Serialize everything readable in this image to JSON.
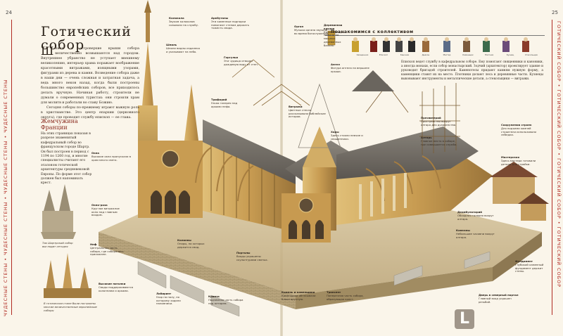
{
  "pages": {
    "left_number": "24",
    "right_number": "25",
    "left_strip": "ЧУДЕСНЫЕ СТЕНЫ • ЧУДЕСНЫЕ СТЕНЫ • ЧУДЕСНЫЕ СТЕНЫ • ЧУДЕСНЫЕ СТЕНЫ",
    "right_strip": "ГОТИЧЕСКИЙ СОБОР • ГОТИЧЕСКИЙ СОБОР • ГОТИЧЕСКИЙ СОБОР • ГОТИЧЕСКИЙ СОБОР"
  },
  "title": {
    "line1": "Готический",
    "line2": "собор"
  },
  "intro": {
    "drop_cap": "Ш",
    "p1": "пили и островерхие крыши собора величественно возвышаются над городом. Внутреннее убранство не уступает внешнему великолепию, интерьер храма поражает воображение красотными витражами, изящными узорами, фигурами из дерева и камня. Возведение собора даже в наши дни — очень сложная и затратная задача, а ведь много веков назад, когда были построены большинство европейских соборов, все приходилось делать вручную. Начиная работу, строители не думали о современных туристах: они строили храм для молитв и работали во славу Божию.",
    "p2": "Сегодня соборы по-прежнему играют важную роль в христианстве. Это центр епархии (церковного округа), где проводит службу епископ — ее глава."
  },
  "gem": {
    "heading_l1": "Жемчужина",
    "heading_l2": "Франции",
    "text": "На этих страницах показан в разрезе знаменитый кафедральный собор во французском городе Шартр. Он был построен в период с 1194 по 1260 год, и многие специалисты считают его эталоном готической архитектуры средневековой Европы. По форме этот собор должен был напоминать крест."
  },
  "left_captions": {
    "cap1": "Так Шартрский собор выглядит сегодня",
    "cap2": "В готическом стиле были построены многие величественные европейские соборы"
  },
  "left_callouts": {
    "bell_title": "Колокола",
    "bell_text": "Звуком колоколов созывали на службу.",
    "spire_title": "Шпиль",
    "spire_text": "Шпили видны издалека и указывают на небо.",
    "buttress_title": "Аркбутаны",
    "buttress_text": "Эти каменные подпорки помогают стенам держать тяжесть свода.",
    "gargoyle_title": "Горгульи",
    "gargoyle_text": "Эти чудища отводят дождевую воду от стен.",
    "trifor_title": "Трифорий",
    "trifor_text": "Узкая галерея над арками нефа.",
    "nave_title": "Неф",
    "nave_text": "Центральная часть собора, где собирались прихожане.",
    "window_title": "Окна",
    "window_text": "Высокие окна пропускали в храм много света.",
    "rose_title": "Окно-роза",
    "rose_text": "Круглое витражное окно над главным входом.",
    "wall_title": "Высокие потолки",
    "wall_text": "Своды поддерживаются колоннами и арками.",
    "lab_title": "Лабиринт",
    "lab_text": "Узор на полу, по которому ходили паломники.",
    "crypt_title": "Крипта",
    "crypt_text": "Подземная часть собора под алтарем.",
    "pillar_title": "Колонны",
    "pillar_text": "Опоры, на которых держится свод.",
    "portal_title": "Порталы",
    "portal_text": "Входы украшены скульптурами святых."
  },
  "right_callouts": {
    "organ_title": "Орган",
    "organ_text": "Музыка органа звучала во время богослужения.",
    "roof_title": "Деревянная крыша",
    "roof_text": "Крыша собора лежала на мощных деревянных балках.",
    "angel_title": "Ангел",
    "angel_text": "Фигура ангела на вершине крыши.",
    "choir_title": "Хоры",
    "choir_text": "Здесь стояли певчие и священники.",
    "altar_title": "Алтарь",
    "altar_text": "Главное место в соборе, где совершается служба.",
    "presb_title": "Пресвитерий",
    "presb_text": "Пространство вокруг алтаря для духовенства.",
    "vitr_title": "Витражи",
    "vitr_text": "Цветные стекла рассказывали библейские истории.",
    "sacr_title": "Сооружения строек",
    "sacr_text": "Для подъема камней строители использовали лебедки.",
    "chapel_title": "Капеллы",
    "chapel_text": "Небольшие часовни вокруг алтаря.",
    "ambul_title": "Деамбулаторий",
    "ambul_text": "Обходная галерея вокруг алтаря.",
    "stone_title": "Камень и каменщики",
    "stone_text": "Каменщики обтесывали блоки вручную.",
    "transept_title": "Трансепт",
    "transept_text": "Поперечная часть собора, образующая крест.",
    "found_title": "Фундамент",
    "found_text": "Глубокий каменный фундамент держит стены.",
    "master_title": "Мастерская",
    "master_text": "Здесь мастера готовили детали для стройки.",
    "door_title": "Дверь в северный портал",
    "door_text": "Главный вход украшен резьбой."
  },
  "staff": {
    "heading": "Познакомимся с коллективом",
    "roles": [
      "Священник",
      "Епископ",
      "Каноник",
      "Дьякон",
      "Мастер",
      "Каменщик",
      "Плотник",
      "Кузнец",
      "Стекольщик"
    ],
    "text": "Епископ ведет службу в кафедральном соборе. Ему помогают священники и каноники, а иногда монахи, если собор монастырский. Зодчий (архитектор) проектирует здание и руководит бригадой строителей. Каменотесы придают камням нужную форму, а каменщики ставят их на место. Плотники делают леса и деревянные части. Кузнецы выковывают инструменты и металлические детали, а стекольщики — витражи."
  },
  "colors": {
    "accent_red": "#b02a22",
    "stone": "#c9a25a",
    "stone_dark": "#8a6a34",
    "roof": "#6f6a62",
    "paper": "#faf5ea"
  },
  "watermark": "L"
}
